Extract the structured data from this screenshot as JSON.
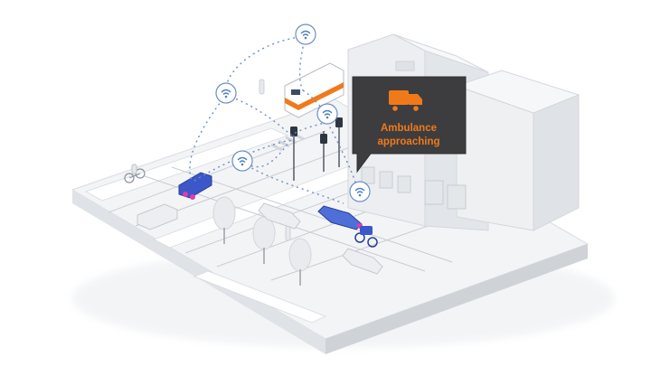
{
  "alert": {
    "line1": "Ambulance",
    "line2": "approaching",
    "icon": "truck-icon"
  },
  "colors": {
    "background": "#ffffff",
    "ground": "#f2f3f5",
    "building": "#e9ebee",
    "connection_line": "#6c8fc4",
    "wifi_icon": "#4c82c4",
    "callout_bg": "#3d3d3f",
    "callout_accent": "#f07a1a",
    "ambulance_stripe": "#f07a1a",
    "highlight_car": "#3b57c9",
    "highlight_light": "#e23ab0"
  },
  "icons": {
    "signal_nodes": "wifi-icon",
    "vehicles": [
      "ambulance",
      "connected-car",
      "car",
      "motorcycle",
      "bicycle"
    ]
  }
}
